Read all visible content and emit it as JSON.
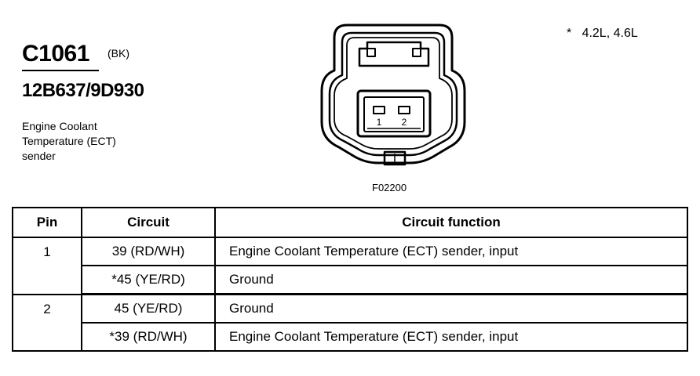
{
  "connector": {
    "id": "C1061",
    "color": "(BK)",
    "part_number": "12B637/9D930",
    "description_lines": [
      "Engine Coolant",
      "Temperature (ECT)",
      "sender"
    ],
    "note": "*   4.2L, 4.6L",
    "figure_code": "F02200",
    "pin_labels": [
      "1",
      "2"
    ]
  },
  "table": {
    "headers": [
      "Pin",
      "Circuit",
      "Circuit function"
    ],
    "groups": [
      {
        "pin": "1",
        "rows": [
          {
            "circuit": "39 (RD/WH)",
            "function": "Engine Coolant Temperature (ECT) sender, input"
          },
          {
            "circuit": "*45 (YE/RD)",
            "function": "Ground"
          }
        ]
      },
      {
        "pin": "2",
        "rows": [
          {
            "circuit": "45 (YE/RD)",
            "function": "Ground"
          },
          {
            "circuit": "*39 (RD/WH)",
            "function": "Engine Coolant Temperature (ECT) sender, input"
          }
        ]
      }
    ]
  }
}
